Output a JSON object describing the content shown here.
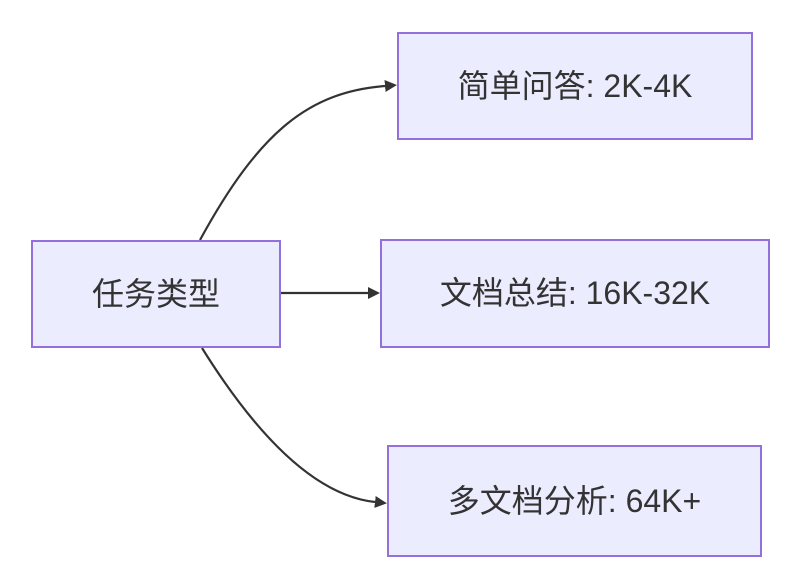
{
  "diagram": {
    "type": "flowchart-left-to-right",
    "colors": {
      "background": "#ffffff",
      "node_fill": "#ECECFF",
      "node_border": "#9370DB",
      "edge_color": "#333333",
      "text_color": "#333333"
    },
    "nodes": {
      "root": {
        "id": "task-type",
        "label": "任务类型"
      },
      "top": {
        "id": "simple-qa",
        "label": "简单问答: 2K-4K"
      },
      "middle": {
        "id": "doc-summary",
        "label": "文档总结: 16K-32K"
      },
      "bottom": {
        "id": "multi-doc",
        "label": "多文档分析: 64K+"
      }
    },
    "edges": [
      {
        "from": "任务类型",
        "to": "简单问答: 2K-4K"
      },
      {
        "from": "任务类型",
        "to": "文档总结: 16K-32K"
      },
      {
        "from": "任务类型",
        "to": "多文档分析: 64K+"
      }
    ]
  }
}
